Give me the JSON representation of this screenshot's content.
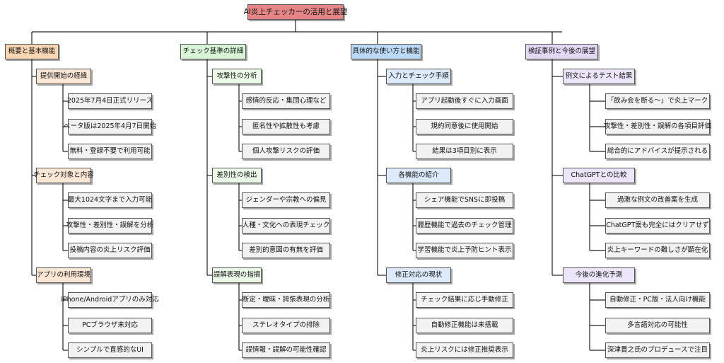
{
  "root": "AI炎上チェッカーの活用と展望",
  "branches": [
    {
      "title": "概要と基本機能",
      "children": [
        {
          "title": "提供開始の経緯",
          "items": [
            "2025年7月4日正式リリース",
            "ベータ版は2025年4月7日開始",
            "無料・登録不要で利用可能"
          ]
        },
        {
          "title": "チェック対象と内容",
          "items": [
            "最大1024文字まで入力可能",
            "攻撃性・差別性・誤解を分析",
            "投稿内容の炎上リスク評価"
          ]
        },
        {
          "title": "アプリの利用環境",
          "items": [
            "iPhone/Androidアプリのみ対応",
            "PCブラウザ未対応",
            "シンプルで直感的なUI"
          ]
        }
      ]
    },
    {
      "title": "チェック基準の詳細",
      "children": [
        {
          "title": "攻撃性の分析",
          "items": [
            "感情的反応・集団心理など",
            "匿名性や拡散性も考慮",
            "個人攻撃リスクの評価"
          ]
        },
        {
          "title": "差別性の検出",
          "items": [
            "ジェンダーや宗教への偏見",
            "人種・文化への表現チェック",
            "差別的意図の有無を評価"
          ]
        },
        {
          "title": "誤解表現の指摘",
          "items": [
            "断定・曖昧・誇張表現の分析",
            "ステレオタイプの排除",
            "誤情報・誤解の可能性確認"
          ]
        }
      ]
    },
    {
      "title": "具体的な使い方と機能",
      "children": [
        {
          "title": "入力とチェック手順",
          "items": [
            "アプリ起動後すぐに入力画面",
            "規約同意後に使用開始",
            "結果は3項目別に表示"
          ]
        },
        {
          "title": "各機能の紹介",
          "items": [
            "シェア機能でSNSに即投稿",
            "履歴機能で過去のチェック管理",
            "学習機能で炎上予防ヒント表示"
          ]
        },
        {
          "title": "修正対応の現状",
          "items": [
            "チェック結果に応じ手動修正",
            "自動修正機能は未搭載",
            "炎上リスクには修正推奨表示"
          ]
        }
      ]
    },
    {
      "title": "検証事例と今後の展望",
      "children": [
        {
          "title": "例文によるテスト結果",
          "items": [
            "「飲み会を断る〜」で炎上マーク",
            "攻撃性・差別性・誤解の各項目評価",
            "総合的にアドバイスが提示される"
          ]
        },
        {
          "title": "ChatGPTとの比較",
          "items": [
            "過激な例文の改善案を生成",
            "ChatGPT案も完全にはクリアせず",
            "炎上キーワードの難しさが顕在化"
          ]
        },
        {
          "title": "今後の進化予測",
          "items": [
            "自動修正・PC版・法人向け機能",
            "多言語対応の可能性",
            "深津貴之氏のプロデュースで注目"
          ]
        }
      ]
    }
  ]
}
